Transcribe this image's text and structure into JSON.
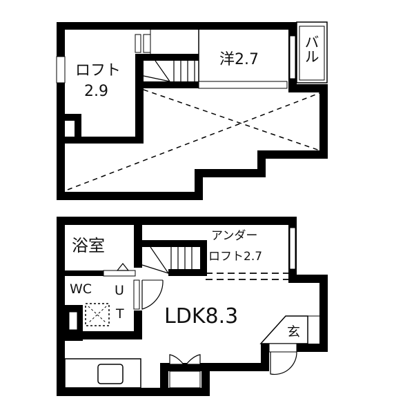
{
  "floor_plan": {
    "upper_floor": {
      "rooms": [
        {
          "id": "loft",
          "name": "ロフト",
          "size": "2.9"
        },
        {
          "id": "western_room",
          "name": "洋",
          "size": "2.7",
          "label": "洋2.7"
        },
        {
          "id": "balcony",
          "name": "バル",
          "label": "バル"
        }
      ],
      "void_area": "open-to-below (dashed X)"
    },
    "lower_floor": {
      "rooms": [
        {
          "id": "bathroom",
          "name": "浴室",
          "label": "浴室"
        },
        {
          "id": "toilet",
          "name": "WC",
          "label": "WC"
        },
        {
          "id": "utility",
          "name": "UT",
          "label_u": "U",
          "label_t": "T"
        },
        {
          "id": "under_loft",
          "name": "アンダーロフト",
          "line1": "アンダー",
          "line2": "ロフト2.7",
          "size": "2.7"
        },
        {
          "id": "ldk",
          "name": "LDK",
          "size": "8.3",
          "label": "LDK8.3"
        },
        {
          "id": "entrance",
          "name": "玄",
          "label": "玄"
        }
      ]
    },
    "colors": {
      "wall": "#000000",
      "background": "#ffffff",
      "text": "#111111"
    }
  }
}
